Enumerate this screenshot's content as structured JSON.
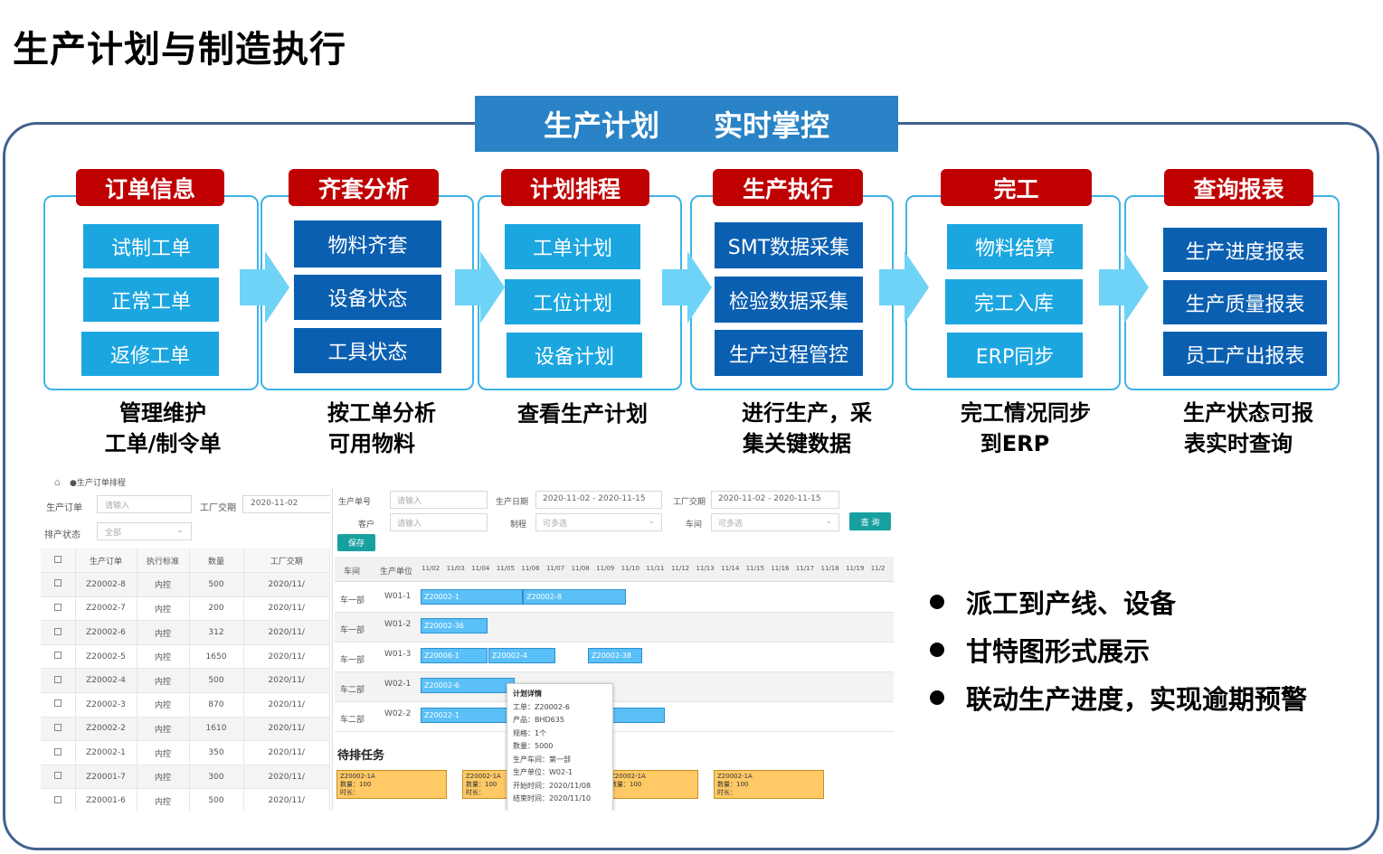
{
  "page": {
    "title": "生产计划与制造执行"
  },
  "banner": {
    "left": "生产计划",
    "right": "实时掌控"
  },
  "stages": [
    {
      "tag": "订单信息",
      "items": [
        "试制工单",
        "正常工单",
        "返修工单"
      ],
      "caption": [
        "管理维护",
        "工单/制令单"
      ]
    },
    {
      "tag": "齐套分析",
      "items": [
        "物料齐套",
        "设备状态",
        "工具状态"
      ],
      "caption": [
        "按工单分析",
        "可用物料"
      ]
    },
    {
      "tag": "计划排程",
      "items": [
        "工单计划",
        "工位计划",
        "设备计划"
      ],
      "caption": [
        "查看生产计划",
        ""
      ]
    },
    {
      "tag": "生产执行",
      "items": [
        "SMT数据采集",
        "检验数据采集",
        "生产过程管控"
      ],
      "caption": [
        "进行生产，采",
        "集关键数据"
      ]
    },
    {
      "tag": "完工",
      "items": [
        "物料结算",
        "完工入库",
        "ERP同步"
      ],
      "caption": [
        "完工情况同步",
        "到ERP"
      ]
    },
    {
      "tag": "查询报表",
      "items": [
        "生产进度报表",
        "生产质量报表",
        "员工产出报表"
      ],
      "caption": [
        "生产状态可报",
        "表实时查询"
      ]
    }
  ],
  "bullets": [
    "派工到产线、设备",
    "甘特图形式展示",
    "联动生产进度，实现逾期预警"
  ],
  "order_table": {
    "crumb": "●生产订单排程",
    "filters": {
      "order_label": "生产订单",
      "order_placeholder": "请输入",
      "date_label": "工厂交期",
      "date_value": "2020-11-02",
      "status_label": "排产状态",
      "status_value": "全部"
    },
    "headers": [
      "",
      "生产订单",
      "执行标准",
      "数量",
      "工厂交期"
    ],
    "rows": [
      [
        "Z20002-8",
        "内控",
        "500",
        "2020/11/"
      ],
      [
        "Z20002-7",
        "内控",
        "200",
        "2020/11/"
      ],
      [
        "Z20002-6",
        "内控",
        "312",
        "2020/11/"
      ],
      [
        "Z20002-5",
        "内控",
        "1650",
        "2020/11/"
      ],
      [
        "Z20002-4",
        "内控",
        "500",
        "2020/11/"
      ],
      [
        "Z20002-3",
        "内控",
        "870",
        "2020/11/"
      ],
      [
        "Z20002-2",
        "内控",
        "1610",
        "2020/11/"
      ],
      [
        "Z20002-1",
        "内控",
        "350",
        "2020/11/"
      ],
      [
        "Z20001-7",
        "内控",
        "300",
        "2020/11/"
      ],
      [
        "Z20001-6",
        "内控",
        "500",
        "2020/11/"
      ]
    ]
  },
  "gantt": {
    "labels": {
      "order": "生产单号",
      "plan_date": "生产日期",
      "factory_date": "工厂交期",
      "customer": "客户",
      "process": "制程",
      "line": "车间",
      "query": "查 询",
      "save": "保存",
      "pending": "待排任务"
    },
    "placeholders": {
      "input": "请输入",
      "select": "可多选"
    },
    "date_range_1": "2020-11-02  -  2020-11-15",
    "date_range_2": "2020-11-02  -  2020-11-15",
    "head": {
      "line": "车间",
      "unit": "生产单位"
    },
    "days": [
      "11/02",
      "11/03",
      "11/04",
      "11/05",
      "11/06",
      "11/07",
      "11/08",
      "11/09",
      "11/10",
      "11/11",
      "11/12",
      "11/13",
      "11/14",
      "11/15",
      "11/16",
      "11/17",
      "11/18",
      "11/19",
      "11/2"
    ],
    "rows": [
      {
        "line": "车一部",
        "unit": "W01-1",
        "bars": [
          "Z20002-1",
          "Z20002-8"
        ]
      },
      {
        "line": "车一部",
        "unit": "W01-2",
        "bars": [
          "Z20002-36"
        ]
      },
      {
        "line": "车一部",
        "unit": "W01-3",
        "bars": [
          "Z20006-1",
          "Z20002-4",
          "Z20002-38"
        ]
      },
      {
        "line": "车二部",
        "unit": "W02-1",
        "bars": [
          "Z20002-6"
        ]
      },
      {
        "line": "车二部",
        "unit": "W02-2",
        "bars": [
          "Z20022-1"
        ]
      }
    ],
    "tasks": [
      {
        "id": "Z20002-1A",
        "qty": "数量：100",
        "time": "时长："
      },
      {
        "id": "Z20002-1A",
        "qty": "数量：100",
        "time": "时长："
      },
      {
        "id": "Z20002-1A",
        "qty": "数量：100",
        "time": ""
      },
      {
        "id": "Z20002-1A",
        "qty": "数量：100",
        "time": "时长："
      }
    ],
    "popup": {
      "title": "计划详情",
      "lines": [
        "工单：Z20002-6",
        "产品：BHD635",
        "规格：1个",
        "数量：5000",
        "生产车间：第一部",
        "生产单位：W02-1",
        "开始时间：2020/11/08",
        "结束时间：2020/11/10"
      ]
    }
  },
  "colors": {
    "tag": "#c00000",
    "light_pill": "#1ca6e0",
    "dark_pill": "#0b5fb1",
    "banner": "#2a83c6",
    "frame": "#41628f",
    "arrow": "#6fd3f7"
  }
}
